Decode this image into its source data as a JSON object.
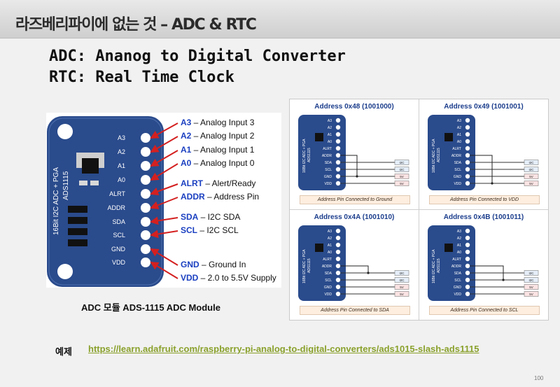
{
  "title": "라즈베리파이에 없는 것 – ADC & RTC",
  "subtitle_lines": [
    "ADC: Ananog to Digital Converter",
    "RTC: Real Time Clock"
  ],
  "board": {
    "silk_text": [
      "16Bit I2C ADC + PGA",
      "ADS1115"
    ],
    "pins": [
      "A3",
      "A2",
      "A1",
      "A0",
      "ALRT",
      "ADDR",
      "SDA",
      "SCL",
      "GND",
      "VDD"
    ]
  },
  "pin_labels": [
    {
      "pin": "A3",
      "desc": " – Analog Input 3"
    },
    {
      "pin": "A2",
      "desc": " – Analog Input 2"
    },
    {
      "pin": "A1",
      "desc": " – Analog Input 1"
    },
    {
      "pin": "A0",
      "desc": " – Analog Input 0"
    },
    {
      "pin": "ALRT",
      "desc": " – Alert/Ready"
    },
    {
      "pin": "ADDR",
      "desc": " – Address Pin"
    },
    {
      "pin": "SDA",
      "desc": " – I2C SDA"
    },
    {
      "pin": "SCL",
      "desc": " – I2C SCL"
    },
    {
      "pin": "GND",
      "desc": " – Ground In"
    },
    {
      "pin": "VDD",
      "desc": " – 2.0 to 5.5V Supply"
    }
  ],
  "caption": "ADC 모듈 ADS-1115 ADC Module",
  "address_quadrants": [
    {
      "title": "Address 0x48 (1001000)",
      "caption": "Address Pin Connected to Ground"
    },
    {
      "title": "Address 0x49 (1001001)",
      "caption": "Address Pin Connected to VDD"
    },
    {
      "title": "Address 0x4A (1001010)",
      "caption": "Address Pin Connected to SDA"
    },
    {
      "title": "Address 0x4B (1001011)",
      "caption": "Address Pin Connected to SCL"
    }
  ],
  "mini_board": {
    "pins": [
      "A3",
      "A2",
      "A1",
      "A0",
      "ALRT",
      "ADDR",
      "SDA",
      "SCL",
      "GND",
      "VDD"
    ],
    "wire_tags": [
      "I2C",
      "I2C",
      "5V",
      "5V"
    ],
    "silk_text": [
      "16Bit I2C ADC + PGA",
      "ADS1115"
    ]
  },
  "example_label": "예제",
  "example_link": "https://learn.adafruit.com/raspberry-pi-analog-to-digital-converters/ads1015-slash-ads1115",
  "page_number": "100",
  "colors": {
    "board": "#2a4b8c",
    "pin_label": "#1a3fc0",
    "link": "#8aa12c",
    "arrow": "#d42020",
    "title_text": "#1b3d8c"
  }
}
